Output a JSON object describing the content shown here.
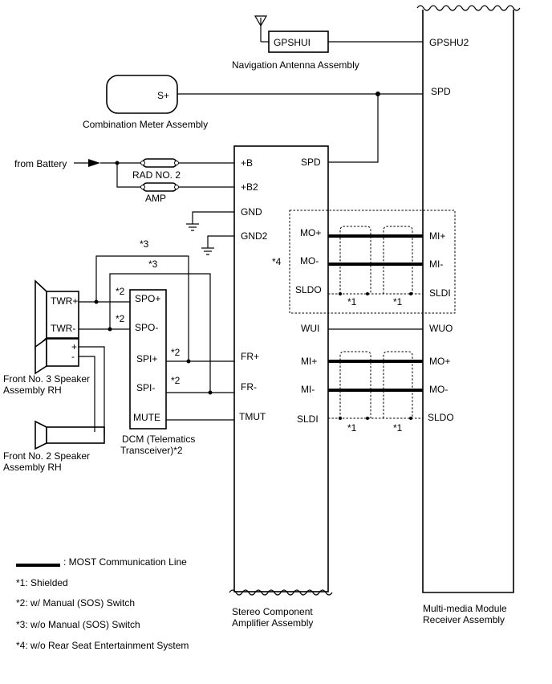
{
  "labels": {
    "gpshui": "GPSHUI",
    "gpshu2": "GPSHU2",
    "nav_antenna": "Navigation Antenna Assembly",
    "s_plus": "S+",
    "spd_right": "SPD",
    "combination_meter": "Combination Meter Assembly",
    "from_battery": "from Battery",
    "rad_no2": "RAD NO. 2",
    "amp": "AMP",
    "b_plus": "+B",
    "b2_plus": "+B2",
    "gnd": "GND",
    "gnd2": "GND2",
    "spd_amp": "SPD",
    "mo_plus_amp": "MO+",
    "mo_minus_amp": "MO-",
    "sldo_amp": "SLDO",
    "mi_plus_mod": "MI+",
    "mi_minus_mod": "MI-",
    "sldi_mod": "SLDI",
    "wui": "WUI",
    "wuo": "WUO",
    "mi_plus_amp": "MI+",
    "mi_minus_amp": "MI-",
    "sldi_amp": "SLDI",
    "mo_plus_mod": "MO+",
    "mo_minus_mod": "MO-",
    "sldo_mod": "SLDO",
    "fr_plus": "FR+",
    "fr_minus": "FR-",
    "tmut": "TMUT",
    "star4_marker": "*4",
    "star1_a": "*1",
    "star1_b": "*1",
    "star1_c": "*1",
    "star1_d": "*1",
    "star3_top": "*3",
    "star3_second": "*3",
    "star2_a": "*2",
    "star2_b": "*2",
    "star2_c": "*2",
    "star2_d": "*2",
    "twr_plus": "TWR+",
    "twr_minus": "TWR-",
    "spk_plus": "+",
    "spk_minus": "-",
    "spo_plus": "SPO+",
    "spo_minus": "SPO-",
    "spi_plus": "SPI+",
    "spi_minus": "SPI-",
    "mute": "MUTE",
    "speaker3_line1": "Front No. 3 Speaker",
    "speaker3_line2": "Assembly RH",
    "speaker2_line1": "Front No. 2 Speaker",
    "speaker2_line2": "Assembly RH",
    "dcm_line1": "DCM (Telematics",
    "dcm_line2": "Transceiver)*2",
    "stereo_line1": "Stereo Component",
    "stereo_line2": "Amplifier Assembly",
    "module_line1": "Multi-media Module",
    "module_line2": "Receiver Assembly"
  },
  "legend": {
    "most_line": ": MOST Communication Line",
    "note1": "*1: Shielded",
    "note2": "*2: w/ Manual (SOS) Switch",
    "note3": "*3: w/o Manual (SOS) Switch",
    "note4": "*4: w/o Rear Seat Entertainment System"
  }
}
